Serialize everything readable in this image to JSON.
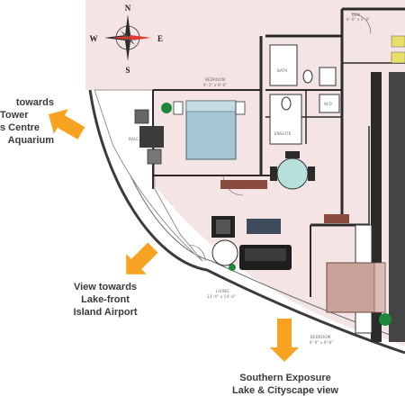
{
  "compass": {
    "n": "N",
    "s": "S",
    "e": "E",
    "w": "W"
  },
  "views": {
    "left_lines": [
      "towards",
      "Tower",
      "s Centre",
      "Aquarium"
    ],
    "middle_lines": [
      "View towards",
      "Lake-front",
      "Island Airport"
    ],
    "bottom_lines": [
      "Southern Exposure",
      "Lake & Cityscape view"
    ]
  },
  "rooms": {
    "bedroom_top": "BEDROOM",
    "bedroom_top_dim": "9'-1\" x 9'-0\"",
    "bath": "BATH",
    "ensuite": "ENSUITE",
    "wd": "W/D",
    "den": "DEN",
    "den_dim": "6'-0\" x 5'-0\"",
    "balc": "BALC.",
    "living": "LIVING",
    "living_dim": "13'-4\" x 14'-0\"",
    "bedroom_bottom": "BEDROOM",
    "bedroom_bottom_dim": "9'-0\" x 9'-6\""
  },
  "colors": {
    "arrow": "#f7a321",
    "floor": "#f3e3e3",
    "wall": "#2b2b2b",
    "bed_blue": "#a7c6d3",
    "bed_pink": "#c9a29a",
    "table_teal": "#b7e0dc",
    "cabinet": "#8a4a3e"
  }
}
